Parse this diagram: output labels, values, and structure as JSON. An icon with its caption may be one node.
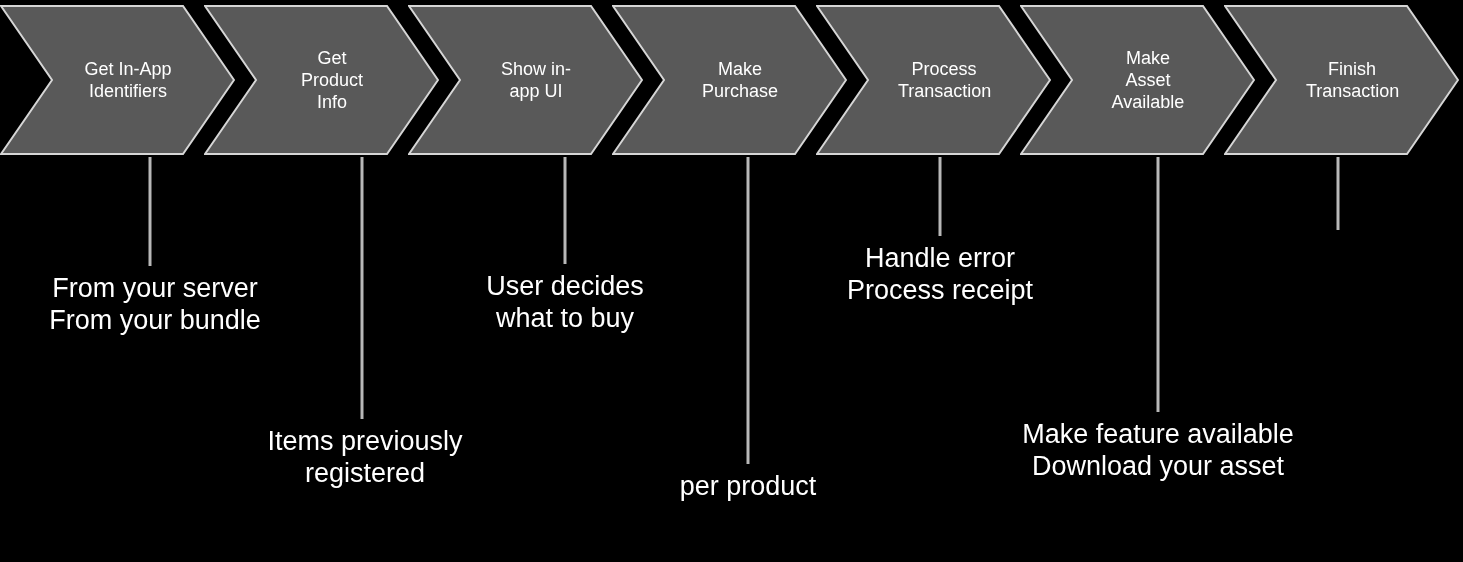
{
  "diagram": {
    "nodes": [
      {
        "text": [
          "Get In-App Identifiers"
        ]
      },
      {
        "text": [
          "Get Product Info"
        ]
      },
      {
        "text": [
          "Show in-app UI"
        ]
      },
      {
        "text": [
          "Make Purchase"
        ]
      },
      {
        "text": [
          "Process Transaction"
        ]
      },
      {
        "text": [
          "Make Asset Available"
        ]
      },
      {
        "text": [
          "Finish Transaction"
        ]
      },
      {
        "text": [
          "From your server",
          "From your bundle"
        ]
      },
      {
        "text": [
          "Items previously registered"
        ]
      },
      {
        "text": [
          "User decides what to buy"
        ]
      },
      {
        "text": [
          "per product"
        ]
      },
      {
        "text": [
          "Handle error",
          "Process receipt"
        ]
      },
      {
        "text": [
          "Make feature available",
          "Download your asset"
        ]
      }
    ],
    "edges": [
      {
        "from": 0,
        "to": 7,
        "arrow": "none"
      },
      {
        "from": 1,
        "to": 8,
        "arrow": "none"
      },
      {
        "from": 2,
        "to": 9,
        "arrow": "none"
      },
      {
        "from": 3,
        "to": 10,
        "arrow": "none"
      },
      {
        "from": 4,
        "to": 11,
        "arrow": "none"
      },
      {
        "from": 5,
        "to": 12,
        "arrow": "none"
      },
      {
        "from": 6,
        "to": null,
        "arrow": "none"
      }
    ]
  }
}
